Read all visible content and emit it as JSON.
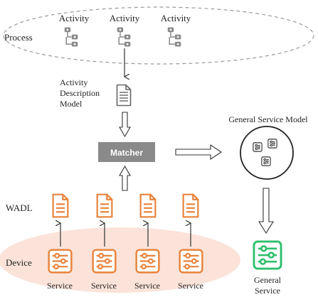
{
  "process": {
    "label": "Process",
    "activities": [
      "Activity",
      "Activity",
      "Activity"
    ]
  },
  "activity_description_model": {
    "lines": [
      "Activity",
      "Description",
      "Model"
    ]
  },
  "matcher": {
    "label": "Matcher"
  },
  "general_service_model": {
    "label": "General Service Model"
  },
  "general_service": {
    "lines": [
      "General",
      "Service"
    ]
  },
  "wadl": {
    "label": "WADL"
  },
  "device": {
    "label": "Device",
    "services": [
      "Service",
      "Service",
      "Service",
      "Service"
    ]
  },
  "colors": {
    "orange": "#e8823a",
    "device_fill": "#fbe3d9",
    "green": "#2dbf6b",
    "matcher_fill": "#8a8a8a",
    "dark": "#333333"
  }
}
